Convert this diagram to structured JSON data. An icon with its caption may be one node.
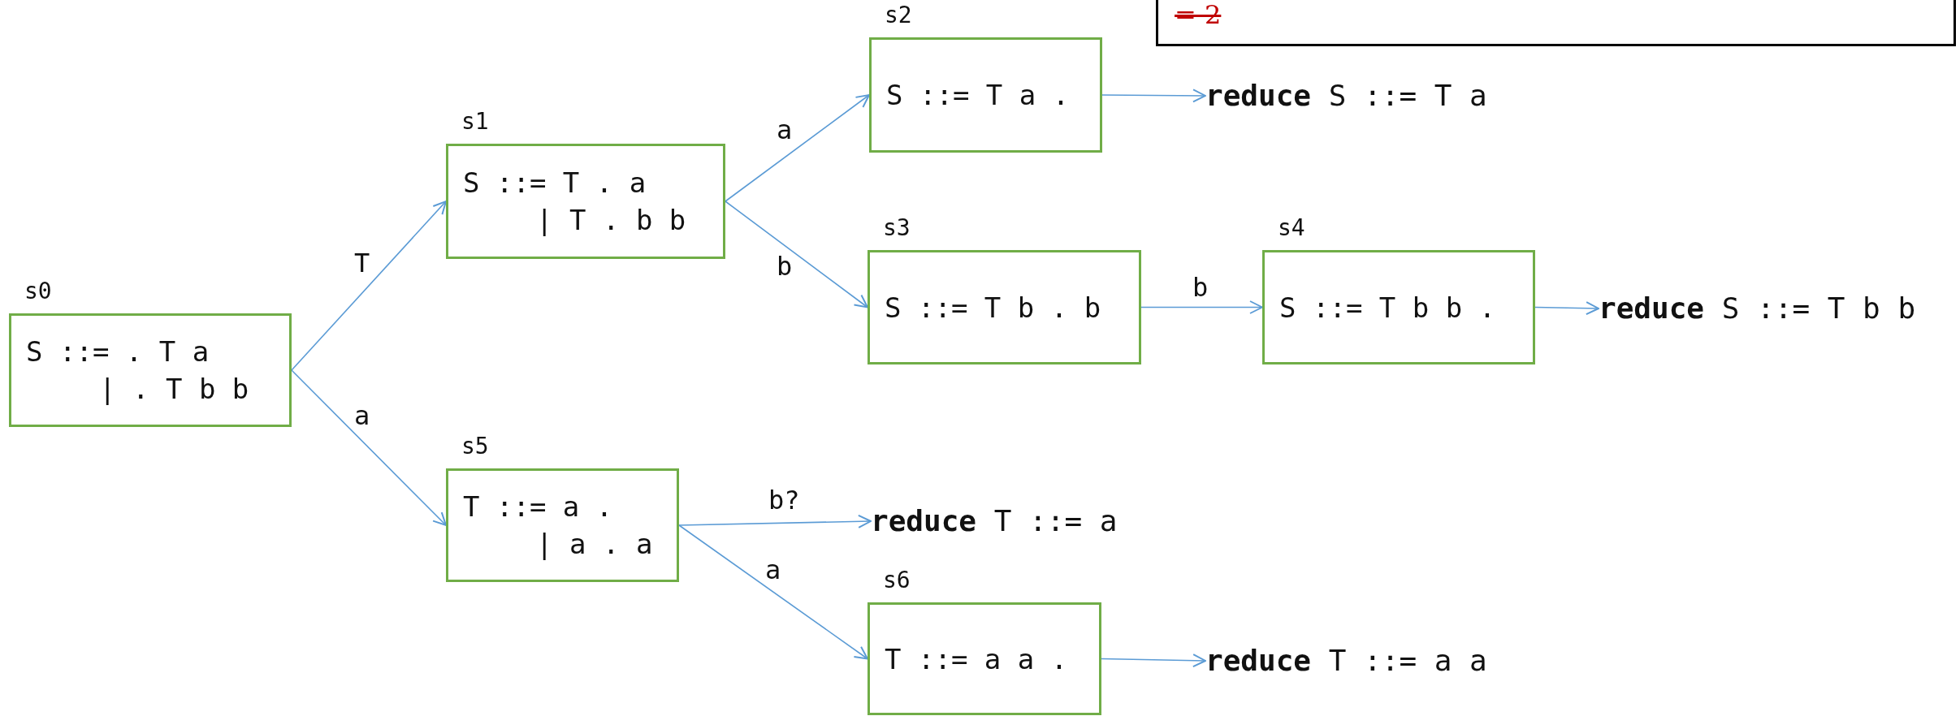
{
  "diagram": {
    "nodes": [
      {
        "text": [
          "s0",
          "S ::= . T a",
          "| . T b b"
        ]
      },
      {
        "text": [
          "s1",
          "S ::= T . a",
          "| T . b b"
        ]
      },
      {
        "text": [
          "s2",
          "S ::= T a ."
        ]
      },
      {
        "text": [
          "**reduce** S ::= T a"
        ]
      },
      {
        "text": [
          "s3",
          "S ::= T b . b"
        ]
      },
      {
        "text": [
          "s4",
          "S ::= T b b ."
        ]
      },
      {
        "text": [
          "**reduce** S ::= T b b"
        ]
      },
      {
        "text": [
          "s5",
          "T ::= a .",
          "| a . a"
        ]
      },
      {
        "text": [
          "**reduce** T ::= a"
        ]
      },
      {
        "text": [
          "s6",
          "T ::= a a ."
        ]
      },
      {
        "text": [
          "**reduce** T ::= a a"
        ]
      },
      {
        "text": [
          "= 2"
        ]
      }
    ],
    "edges": [
      {
        "from": 0,
        "to": 1,
        "arrow": "to",
        "label": "T"
      },
      {
        "from": 0,
        "to": 7,
        "arrow": "to",
        "label": "a"
      },
      {
        "from": 1,
        "to": 2,
        "arrow": "to",
        "label": "a"
      },
      {
        "from": 1,
        "to": 4,
        "arrow": "to",
        "label": "b"
      },
      {
        "from": 2,
        "to": 3,
        "arrow": "to"
      },
      {
        "from": 4,
        "to": 5,
        "arrow": "to",
        "label": "b"
      },
      {
        "from": 5,
        "to": 6,
        "arrow": "to"
      },
      {
        "from": 7,
        "to": 8,
        "arrow": "to",
        "label": "b?"
      },
      {
        "from": 7,
        "to": 9,
        "arrow": "to",
        "label": "a"
      },
      {
        "from": 9,
        "to": 10,
        "arrow": "to"
      }
    ]
  }
}
